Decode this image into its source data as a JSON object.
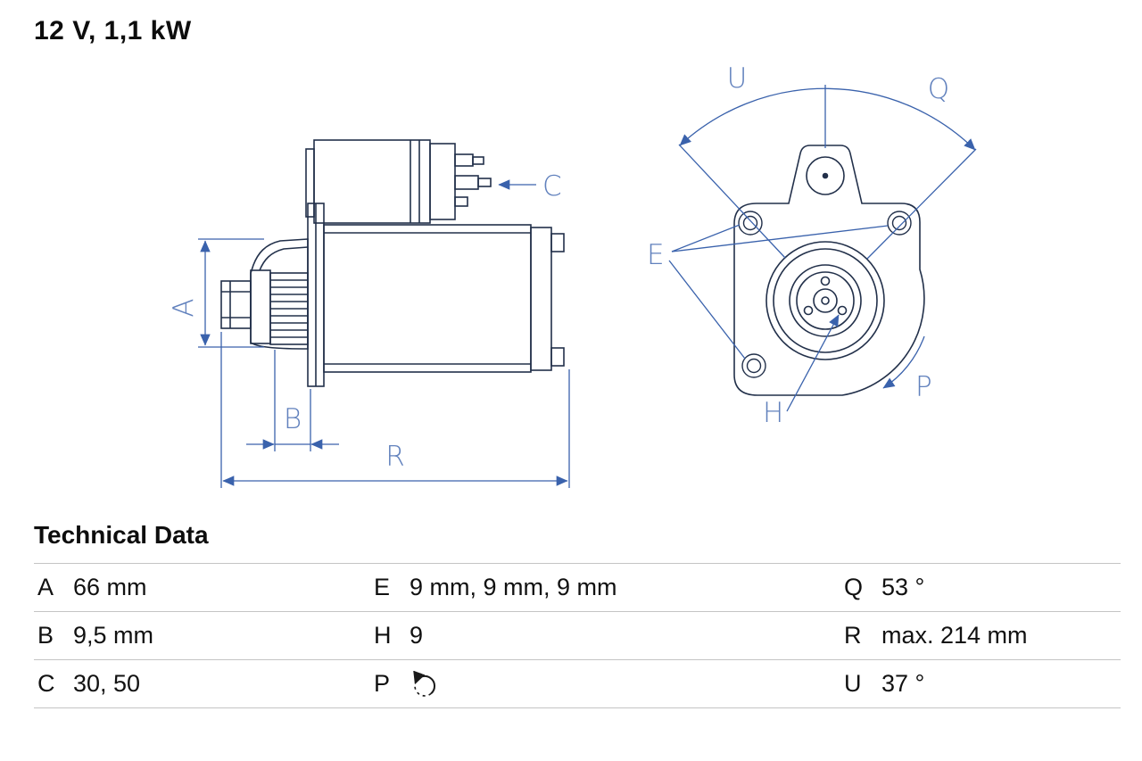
{
  "title": "12 V, 1,1 kW",
  "colors": {
    "dimension_blue": "#3a62ac",
    "label_blue": "#6181bd",
    "outline_navy": "#22304a",
    "table_border": "#c4c4c4"
  },
  "drawing": {
    "labels": {
      "A": "A",
      "B": "B",
      "C": "C",
      "R": "R",
      "U": "U",
      "Q": "Q",
      "E": "E",
      "H": "H",
      "P": "P"
    }
  },
  "tech": {
    "heading": "Technical Data",
    "rows": [
      {
        "c1": {
          "key": "A",
          "value": "66 mm"
        },
        "c2": {
          "key": "E",
          "value": "9 mm, 9 mm, 9 mm"
        },
        "c3": {
          "key": "Q",
          "value": "53 °"
        }
      },
      {
        "c1": {
          "key": "B",
          "value": "9,5 mm"
        },
        "c2": {
          "key": "H",
          "value": "9"
        },
        "c3": {
          "key": "R",
          "value": "max. 214 mm"
        }
      },
      {
        "c1": {
          "key": "C",
          "value": "30, 50"
        },
        "c2": {
          "key": "P",
          "icon": "rotation-direction"
        },
        "c3": {
          "key": "U",
          "value": "37 °"
        }
      }
    ]
  }
}
